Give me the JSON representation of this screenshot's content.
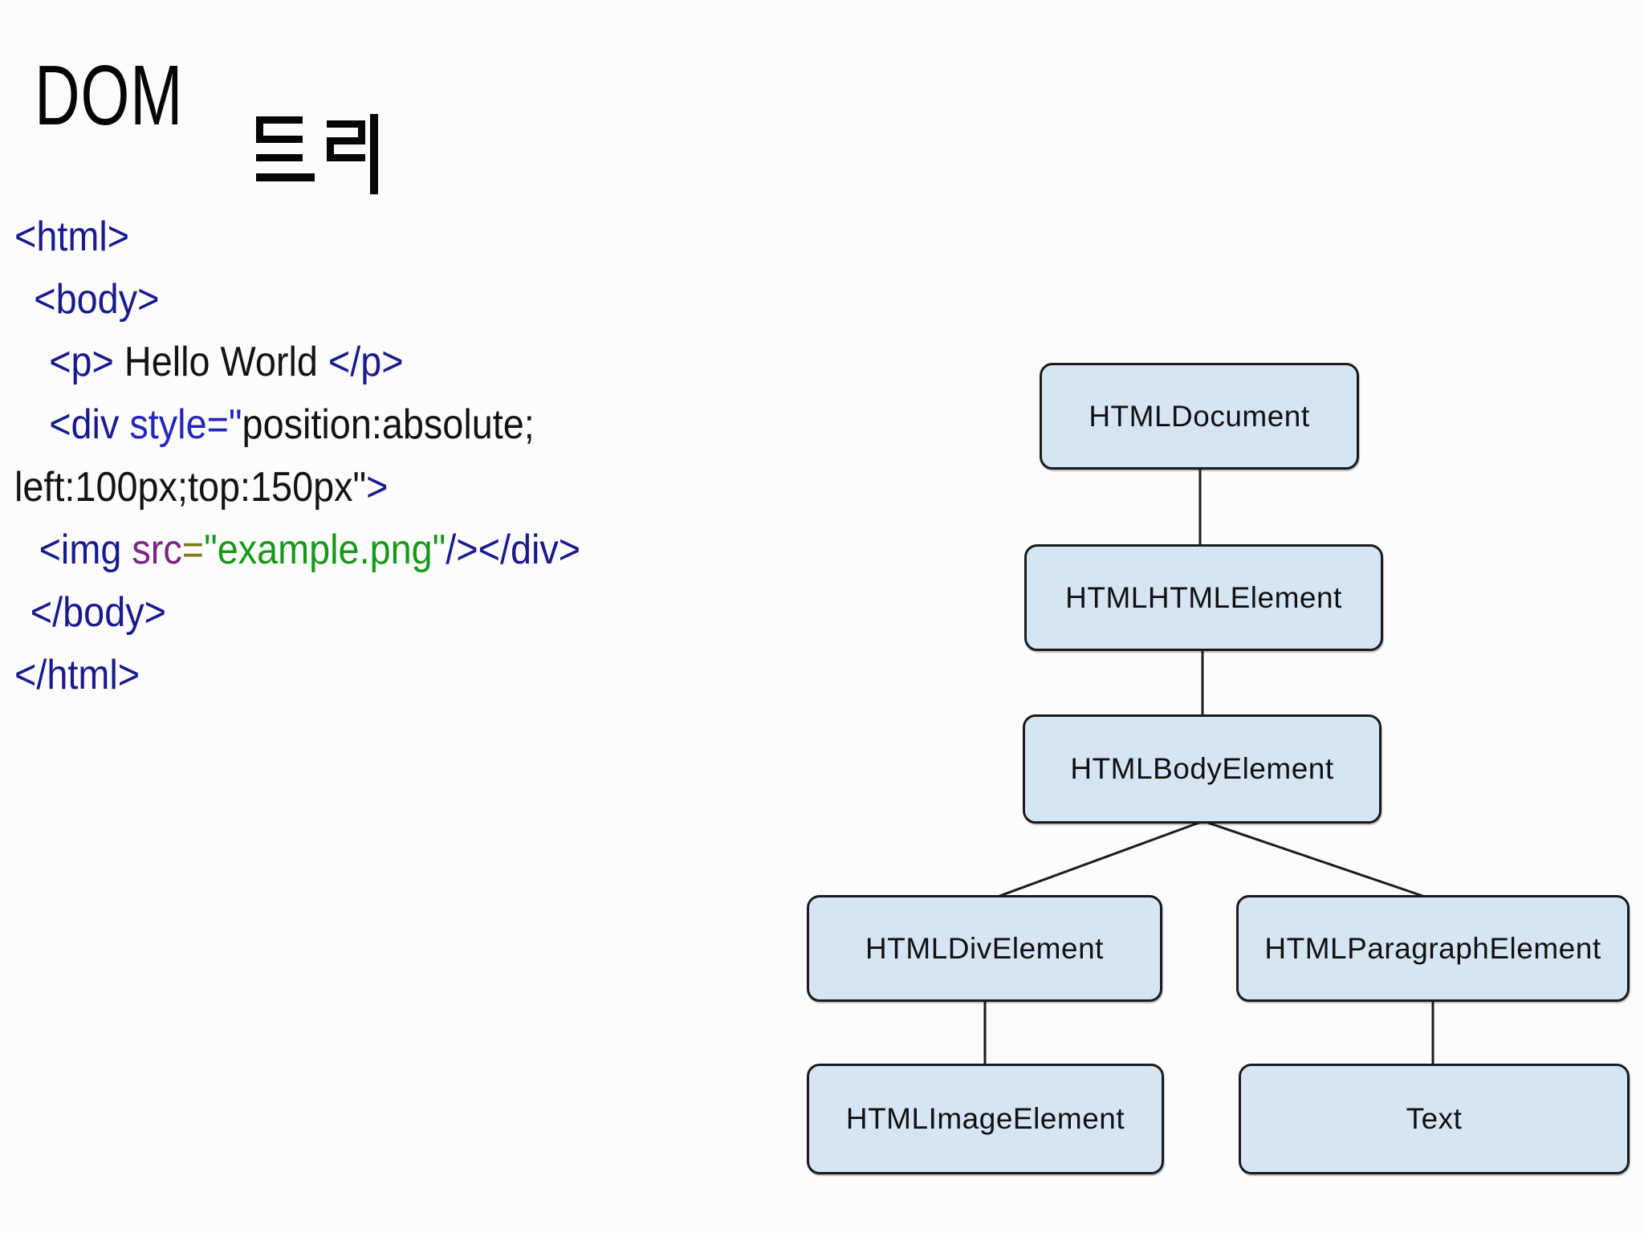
{
  "slide": {
    "title": "DOM 트리",
    "title_latin": "DOM",
    "title_hangul": "트리"
  },
  "colors": {
    "background": "#fcfcfc",
    "code_tag_navy": "#1a1a8f",
    "code_attr_blue": "#2525bd",
    "code_attrname_purple": "#7b2483",
    "code_equals_olive": "#7d7d20",
    "code_string_green": "#169916",
    "code_plain_black": "#131313",
    "node_fill": "#d6e5f3",
    "node_border": "#1b1b1b",
    "connector": "#1c1c1c"
  },
  "code": {
    "lines": [
      {
        "tokens": [
          {
            "t": "<html>",
            "c": "tag"
          }
        ]
      },
      {
        "tokens": [
          {
            "t": "<body>",
            "c": "tag"
          }
        ]
      },
      {
        "tokens": [
          {
            "t": "<p>",
            "c": "tag"
          },
          {
            "t": " Hello World ",
            "c": "plain"
          },
          {
            "t": "</p>",
            "c": "tag"
          }
        ]
      },
      {
        "tokens": [
          {
            "t": "<div ",
            "c": "tag"
          },
          {
            "t": "style=\"",
            "c": "attr"
          },
          {
            "t": "position:absolute;",
            "c": "plain"
          }
        ]
      },
      {
        "tokens": [
          {
            "t": "left:100px;top:150px\"",
            "c": "plain"
          },
          {
            "t": ">",
            "c": "tag"
          }
        ]
      },
      {
        "tokens": [
          {
            "t": "<img ",
            "c": "tag"
          },
          {
            "t": "src",
            "c": "attrname"
          },
          {
            "t": "=",
            "c": "eq"
          },
          {
            "t": "\"example.png\"",
            "c": "string"
          },
          {
            "t": "/></div>",
            "c": "tag"
          }
        ]
      },
      {
        "tokens": [
          {
            "t": "</body>",
            "c": "tag"
          }
        ]
      },
      {
        "tokens": [
          {
            "t": "</html>",
            "c": "tag"
          }
        ]
      }
    ]
  },
  "tree": {
    "nodes": [
      {
        "id": "htmldocument",
        "label": "HTMLDocument"
      },
      {
        "id": "htmlhtmlelement",
        "label": "HTMLHTMLElement"
      },
      {
        "id": "htmlbodyelement",
        "label": "HTMLBodyElement"
      },
      {
        "id": "htmldivelement",
        "label": "HTMLDivElement"
      },
      {
        "id": "htmlparagraphelement",
        "label": "HTMLParagraphElement"
      },
      {
        "id": "htmlimageelement",
        "label": "HTMLImageElement"
      },
      {
        "id": "text",
        "label": "Text"
      }
    ],
    "edges": [
      [
        "HTMLDocument",
        "HTMLHTMLElement"
      ],
      [
        "HTMLHTMLElement",
        "HTMLBodyElement"
      ],
      [
        "HTMLBodyElement",
        "HTMLDivElement"
      ],
      [
        "HTMLBodyElement",
        "HTMLParagraphElement"
      ],
      [
        "HTMLDivElement",
        "HTMLImageElement"
      ],
      [
        "HTMLParagraphElement",
        "Text"
      ]
    ]
  }
}
